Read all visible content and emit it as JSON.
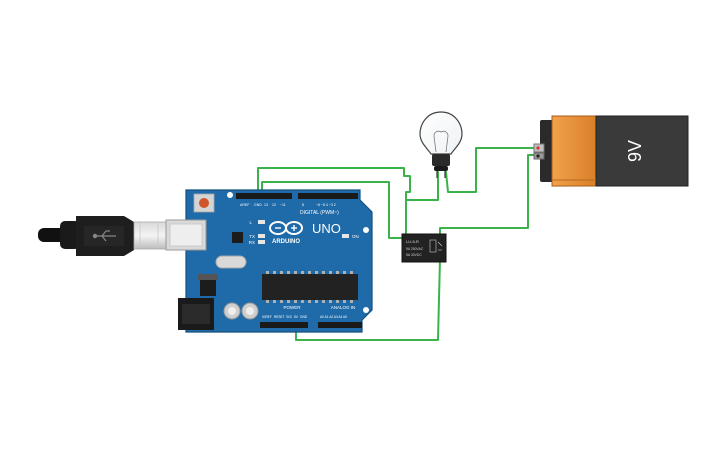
{
  "arduino": {
    "brand": "ARDUINO",
    "model": "UNO",
    "on_label": "ON",
    "digital_label": "DIGITAL (PWM~)",
    "power_label": "POWER",
    "analog_label": "ANALOG IN",
    "led_l": "L",
    "led_tx": "TX",
    "led_rx": "RX",
    "board_color": "#1f6aa8"
  },
  "battery": {
    "label": "9V",
    "body_color": "#3a3a3a",
    "cap_color": "#e8913a"
  },
  "relay": {
    "label_line1": "LU-5-R",
    "label_line2": "5A 250VAC",
    "label_line3": "5A 30VDC",
    "body_color": "#222222"
  },
  "wire_color": "#3bb34a",
  "components": {
    "usb_cable": "usb-cable",
    "bulb": "light-bulb"
  }
}
